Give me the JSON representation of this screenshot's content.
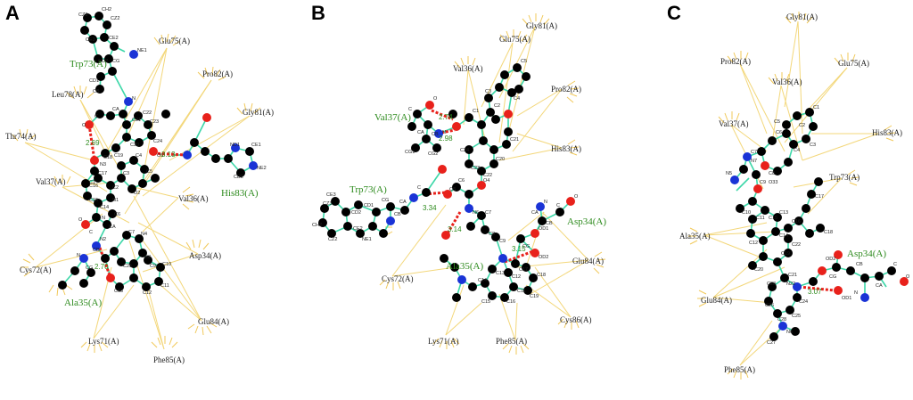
{
  "colors": {
    "carbon": "#000000",
    "oxygen": "#e8211b",
    "nitrogen": "#1a33d6",
    "bond": "#3cd7a8",
    "hbond": "#e8211b",
    "hydrophobic_line": "#f3d77a",
    "hb_residue_label": "#2e8b1e"
  },
  "panels": [
    {
      "letter": "A",
      "residues": [
        {
          "label": "Glu75(A)",
          "hb": false
        },
        {
          "label": "Trp73(A)",
          "hb": true
        },
        {
          "label": "Pro82(A)",
          "hb": false
        },
        {
          "label": "Leu78(A)",
          "hb": false
        },
        {
          "label": "Gly81(A)",
          "hb": false
        },
        {
          "label": "Thr74(A)",
          "hb": false
        },
        {
          "label": "Val37(A)",
          "hb": false
        },
        {
          "label": "His83(A)",
          "hb": true
        },
        {
          "label": "Val36(A)",
          "hb": false
        },
        {
          "label": "Cys72(A)",
          "hb": false
        },
        {
          "label": "Asp34(A)",
          "hb": false
        },
        {
          "label": "Ala35(A)",
          "hb": true
        },
        {
          "label": "Glu84(A)",
          "hb": false
        },
        {
          "label": "Lys71(A)",
          "hb": false
        },
        {
          "label": "Phe85(A)",
          "hb": false
        }
      ],
      "distances": [
        "2.69",
        "3.13",
        "2.70"
      ]
    },
    {
      "letter": "B",
      "residues": [
        {
          "label": "Gly81(A)",
          "hb": false
        },
        {
          "label": "Glu75(A)",
          "hb": false
        },
        {
          "label": "Val36(A)",
          "hb": false
        },
        {
          "label": "Pro82(A)",
          "hb": false
        },
        {
          "label": "Val37(A)",
          "hb": true
        },
        {
          "label": "His83(A)",
          "hb": false
        },
        {
          "label": "Trp73(A)",
          "hb": true
        },
        {
          "label": "Asp34(A)",
          "hb": true
        },
        {
          "label": "Glu84(A)",
          "hb": false
        },
        {
          "label": "Ala35(A)",
          "hb": true
        },
        {
          "label": "Cys72(A)",
          "hb": false
        },
        {
          "label": "Cys86(A)",
          "hb": false
        },
        {
          "label": "Lys71(A)",
          "hb": false
        },
        {
          "label": "Phe85(A)",
          "hb": false
        }
      ],
      "distances": [
        "2.74",
        "2.98",
        "3.34",
        "3.14",
        "3.15"
      ]
    },
    {
      "letter": "C",
      "residues": [
        {
          "label": "Gly81(A)",
          "hb": false
        },
        {
          "label": "Pro82(A)",
          "hb": false
        },
        {
          "label": "Glu75(A)",
          "hb": false
        },
        {
          "label": "Val36(A)",
          "hb": false
        },
        {
          "label": "Val37(A)",
          "hb": false
        },
        {
          "label": "His83(A)",
          "hb": false
        },
        {
          "label": "Trp73(A)",
          "hb": false
        },
        {
          "label": "Ala35(A)",
          "hb": false
        },
        {
          "label": "Asp34(A)",
          "hb": true
        },
        {
          "label": "Glu84(A)",
          "hb": false
        },
        {
          "label": "Phe85(A)",
          "hb": false
        }
      ],
      "distances": [
        "3.07"
      ]
    }
  ],
  "atom_labels": {
    "A": [
      "CZ3",
      "CH2",
      "CZ2",
      "CE3",
      "CE2",
      "NE1",
      "CD2",
      "CG",
      "CD1",
      "CB",
      "N",
      "CA",
      "C",
      "O",
      "C21",
      "C22",
      "C23",
      "C24",
      "C20",
      "O5",
      "C19",
      "C18",
      "N3",
      "C17",
      "C16",
      "C15",
      "C14",
      "N",
      "O",
      "C",
      "CA",
      "N",
      "CB",
      "CG",
      "ND1",
      "CE1",
      "NE2",
      "CD2",
      "C1",
      "C2",
      "C3",
      "C4",
      "C5",
      "O2",
      "N1",
      "C6",
      "N2",
      "C7",
      "N4",
      "C8",
      "C9",
      "C10",
      "C11",
      "C12",
      "C13",
      "C25"
    ],
    "B": [
      "O",
      "C",
      "CA",
      "CB",
      "CG1",
      "CG2",
      "N",
      "C",
      "CA",
      "CB",
      "CG",
      "CD1",
      "NE1",
      "CE2",
      "CZ2",
      "CH2",
      "CZ3",
      "CE3",
      "CD2",
      "C19",
      "C18",
      "C17",
      "C16",
      "C15",
      "C14",
      "C13",
      "C12",
      "C11",
      "N6",
      "C7",
      "C8",
      "C9",
      "OD1",
      "OD2",
      "CG",
      "CB",
      "CA",
      "N",
      "C",
      "O",
      "C20",
      "C21",
      "C22",
      "C23",
      "C24",
      "C1",
      "C2",
      "C3",
      "C4",
      "C5",
      "O5",
      "O4",
      "C6"
    ],
    "C": [
      "C1",
      "C2",
      "C3",
      "C4",
      "C5",
      "C6",
      "C7",
      "C8",
      "C9",
      "C10",
      "C11",
      "C12",
      "C13",
      "C14",
      "C15",
      "C16",
      "C17",
      "C18",
      "C19",
      "C20",
      "C21",
      "C22",
      "C23",
      "C24",
      "C25",
      "C26",
      "C27",
      "C28",
      "N5",
      "N6",
      "N7",
      "N22",
      "O33",
      "OD2",
      "OD1",
      "CG",
      "CB",
      "CA",
      "C",
      "O",
      "N"
    ]
  }
}
